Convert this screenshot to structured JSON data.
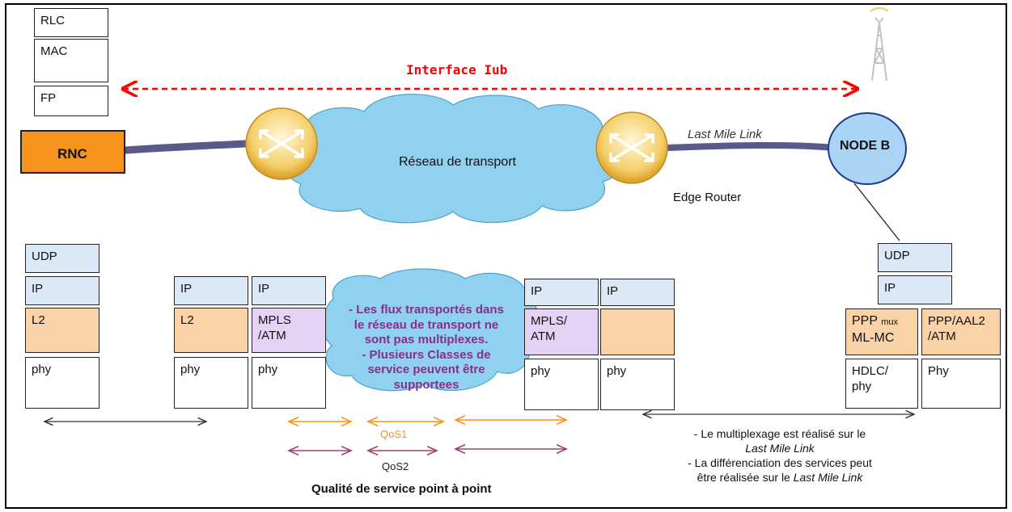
{
  "stacks": {
    "rnc_upper": [
      "RLC",
      "MAC",
      "FP"
    ],
    "rnc_lower": [
      "UDP",
      "IP",
      "L2",
      "phy"
    ],
    "edge_left_a": [
      "IP",
      "L2",
      "phy"
    ],
    "edge_left_b": [
      "IP",
      "MPLS\n/ATM",
      "phy"
    ],
    "edge_right_a": [
      "IP",
      "MPLS/\nATM",
      "phy"
    ],
    "edge_right_b": [
      "IP",
      "",
      "phy"
    ],
    "nodeb_top": [
      "UDP",
      "IP"
    ],
    "nodeb_a_mid_main": "PPP",
    "nodeb_a_mid_small": "mux",
    "nodeb_a_mid_line2": "ML-MC",
    "nodeb_a_bottom": "HDLC/\nphy",
    "nodeb_b_mid": "PPP/AAL2\n/ATM",
    "nodeb_b_bottom": "Phy"
  },
  "labels": {
    "interface": "Interface Iub",
    "rnc": "RNC",
    "node_b": "NODE B",
    "cloud_top": "Réseau de transport",
    "last_mile": "Last Mile Link",
    "edge_router": "Edge Router",
    "cloud_bottom_lines": [
      "- Les flux transportés dans",
      "le réseau de transport  ne",
      "sont pas multiplexes.",
      "- Plusieurs Classes de",
      "service peuvent être",
      "supportees"
    ],
    "qos1": "QoS1",
    "qos2": "QoS2",
    "qos_title": "Qualité de service point à  point",
    "right_note_lines": [
      [
        "- Le multiplexage est réalisé sur le",
        ""
      ],
      [
        "",
        "Last Mile Link"
      ],
      [
        "- La différenciation des services peut",
        ""
      ],
      [
        "être réalisée sur le ",
        "Last Mile Link"
      ]
    ]
  },
  "colors": {
    "interface_arrow": "#ff0000",
    "rnc_fill": "#f7941d",
    "cloud_fill": "#8fd1ee",
    "node_b_fill": "#a9d4f5",
    "qos1_arrow": "#f7941d",
    "qos2_arrow": "#a04070",
    "link": "#5a5a8a",
    "cloud_text": "#8b2d8b"
  }
}
